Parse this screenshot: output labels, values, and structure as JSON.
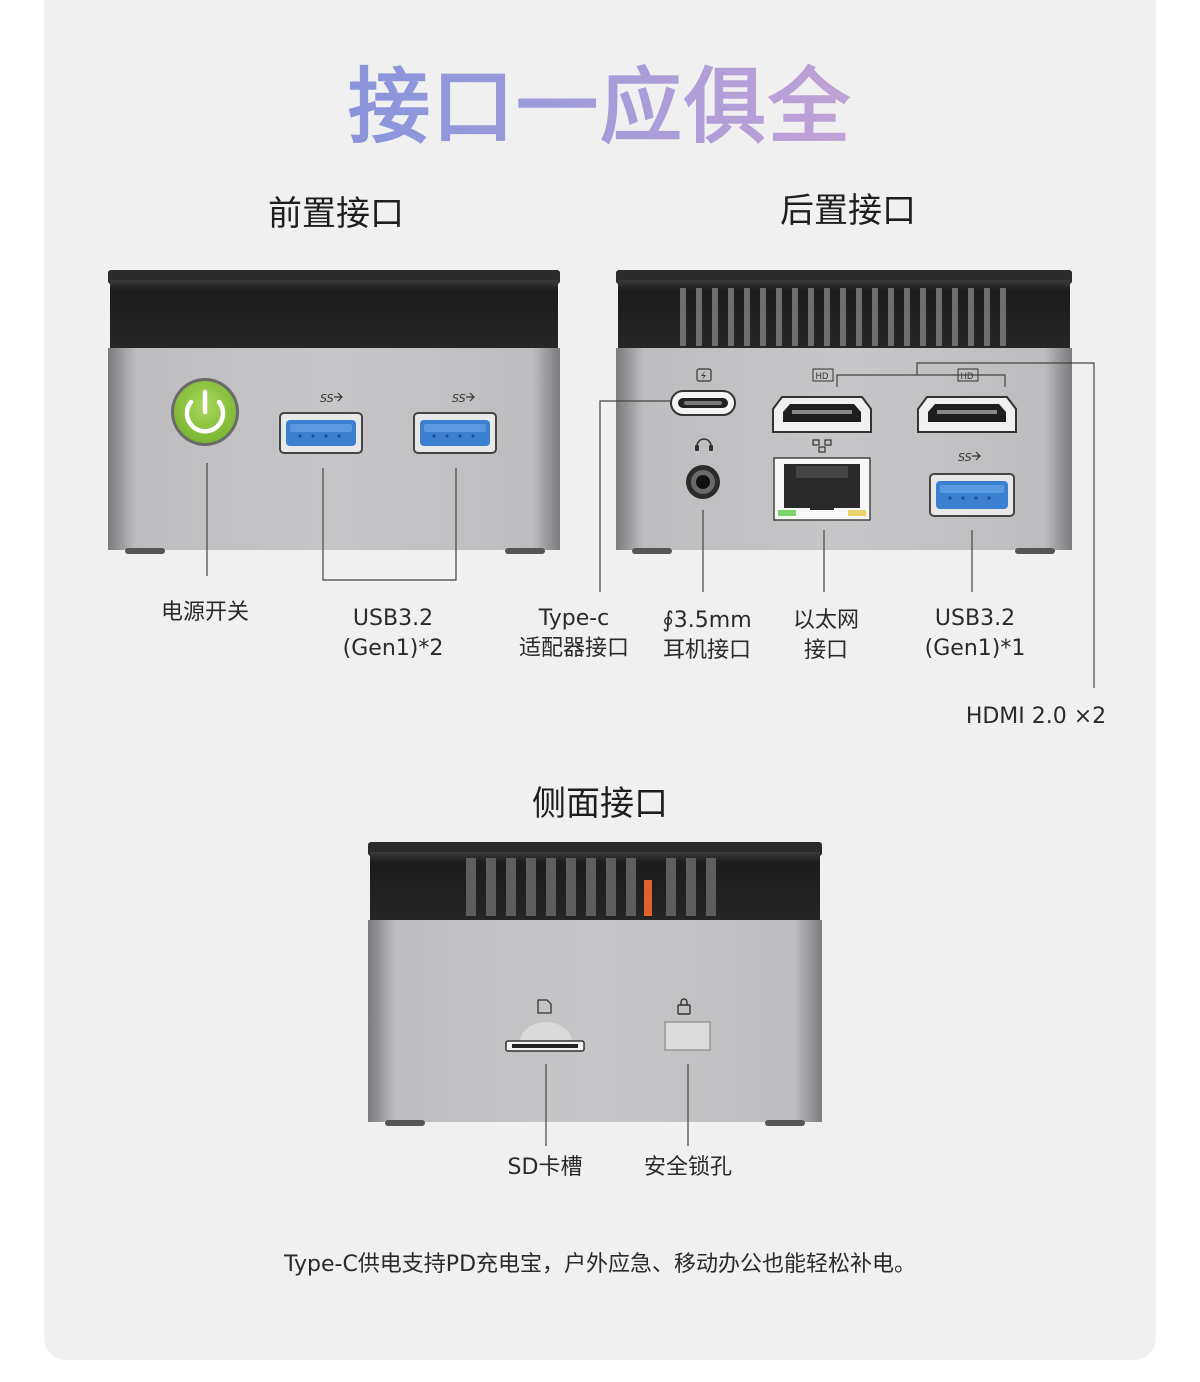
{
  "title": "接口一应俱全",
  "sections": {
    "front": "前置接口",
    "rear": "后置接口",
    "side": "侧面接口"
  },
  "labels": {
    "power_switch": "电源开关",
    "usb_front": [
      "USB3.2",
      "(Gen1)*2"
    ],
    "type_c": [
      "Type-c",
      "适配器接口"
    ],
    "audio": [
      "∮3.5mm",
      "耳机接口"
    ],
    "ethernet": [
      "以太网",
      "接口"
    ],
    "usb_rear": [
      "USB3.2",
      "(Gen1)*1"
    ],
    "hdmi": "HDMI 2.0 ×2",
    "sd_slot": "SD卡槽",
    "lock": "安全锁孔"
  },
  "port_marks": {
    "usb": "SS",
    "hdmi": "HD"
  },
  "footer": "Type-C供电支持PD充电宝，户外应急、移动办公也能轻松补电。",
  "colors": {
    "title_gradient": [
      "#6f86d6",
      "#e7a9bd"
    ],
    "power_button": "#8cc63f",
    "usb_blue": "#3a7fd0",
    "chassis_silver": "#bfbfc1",
    "chassis_top": "#1e1e1e"
  }
}
